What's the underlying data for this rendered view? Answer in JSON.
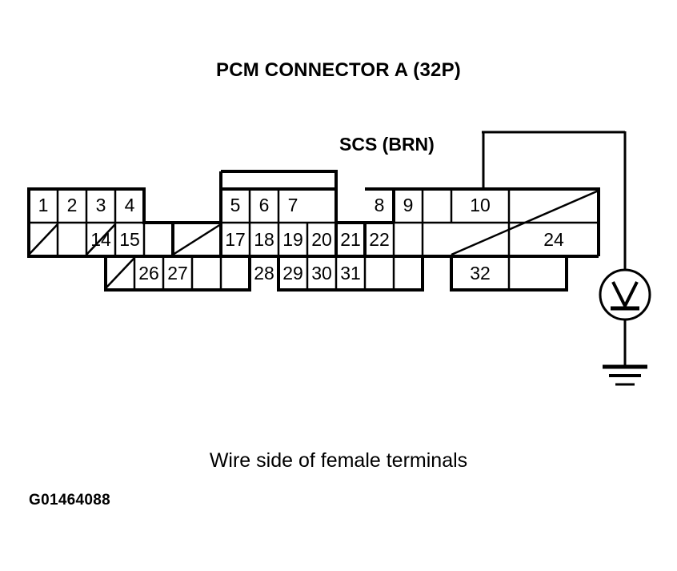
{
  "title": "PCM CONNECTOR A (32P)",
  "wire_label": "SCS (BRN)",
  "caption": "Wire side of female terminals",
  "id_code": "G01464088",
  "colors": {
    "line": "#000000",
    "background": "#ffffff"
  },
  "connector": {
    "name": "PCM Connector A",
    "pin_count": "32P",
    "view": "Wire side of female terminals",
    "rows": [
      {
        "row": 1,
        "cells": [
          {
            "col": 1,
            "label": "1",
            "type": "pin"
          },
          {
            "col": 2,
            "label": "2",
            "type": "pin"
          },
          {
            "col": 3,
            "label": "3",
            "type": "pin"
          },
          {
            "col": 4,
            "label": "4",
            "type": "pin"
          },
          {
            "col": 5,
            "label": "",
            "type": "gap"
          },
          {
            "col": 6,
            "label": "5",
            "type": "pin"
          },
          {
            "col": 7,
            "label": "6",
            "type": "pin"
          },
          {
            "col": 8,
            "label": "7",
            "type": "pin"
          },
          {
            "col": 9,
            "label": "",
            "type": "gap"
          },
          {
            "col": 10,
            "label": "8",
            "type": "pin"
          },
          {
            "col": 11,
            "label": "9",
            "type": "pin"
          },
          {
            "col": 12,
            "label": "10",
            "type": "pin",
            "wide": true,
            "connected": true
          },
          {
            "col": 14,
            "label": "",
            "type": "blank-diagonal",
            "wide": true
          }
        ]
      },
      {
        "row": 2,
        "cells": [
          {
            "col": 1,
            "label": "",
            "type": "blank-diagonal"
          },
          {
            "col": 2,
            "label": "",
            "type": "blank-diagonal"
          },
          {
            "col": 3,
            "label": "14",
            "type": "pin"
          },
          {
            "col": 4,
            "label": "15",
            "type": "pin"
          },
          {
            "col": 5,
            "label": "",
            "type": "blank-diagonal"
          },
          {
            "col": 6,
            "label": "17",
            "type": "pin"
          },
          {
            "col": 7,
            "label": "18",
            "type": "pin"
          },
          {
            "col": 8,
            "label": "19",
            "type": "pin"
          },
          {
            "col": 9,
            "label": "20",
            "type": "pin"
          },
          {
            "col": 10,
            "label": "21",
            "type": "pin"
          },
          {
            "col": 11,
            "label": "22",
            "type": "pin"
          },
          {
            "col": 12,
            "label": "",
            "type": "blank-diagonal",
            "wide": true
          },
          {
            "col": 14,
            "label": "24",
            "type": "pin",
            "wide": true
          }
        ]
      },
      {
        "row": 3,
        "cells": [
          {
            "col": 3,
            "label": "",
            "type": "blank-diagonal"
          },
          {
            "col": 4,
            "label": "26",
            "type": "pin"
          },
          {
            "col": 5,
            "label": "27",
            "type": "pin"
          },
          {
            "col": 6,
            "label": "",
            "type": "gap"
          },
          {
            "col": 7,
            "label": "28",
            "type": "pin"
          },
          {
            "col": 8,
            "label": "29",
            "type": "pin"
          },
          {
            "col": 9,
            "label": "30",
            "type": "pin"
          },
          {
            "col": 10,
            "label": "31",
            "type": "pin"
          },
          {
            "col": 11,
            "label": "",
            "type": "gap"
          },
          {
            "col": 12,
            "label": "32",
            "type": "pin",
            "wide": true
          }
        ]
      }
    ]
  },
  "circuit": {
    "probe_wire": "SCS (BRN)",
    "probe_pin": "10",
    "meter": {
      "type": "voltmeter",
      "symbol": "V"
    },
    "ground": {
      "type": "chassis-ground",
      "bars": 3
    }
  }
}
